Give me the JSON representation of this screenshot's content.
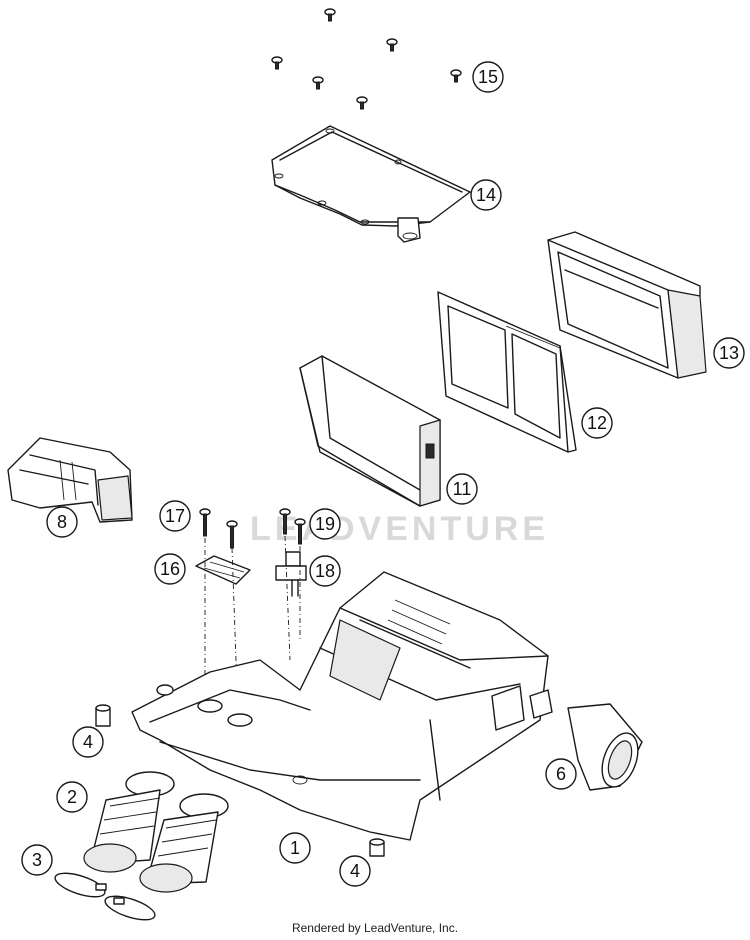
{
  "callouts": {
    "c1": "1",
    "c2": "2",
    "c3": "3",
    "c4a": "4",
    "c4b": "4",
    "c6": "6",
    "c8": "8",
    "c11": "11",
    "c12": "12",
    "c13": "13",
    "c14": "14",
    "c15": "15",
    "c16": "16",
    "c17": "17",
    "c18": "18",
    "c19": "19"
  },
  "watermark": "LEADVENTURE",
  "footer": "Rendered by LeadVenture, Inc.",
  "colors": {
    "line": "#1a1a1a",
    "watermark": "#d9d9d9",
    "background": "#ffffff"
  }
}
